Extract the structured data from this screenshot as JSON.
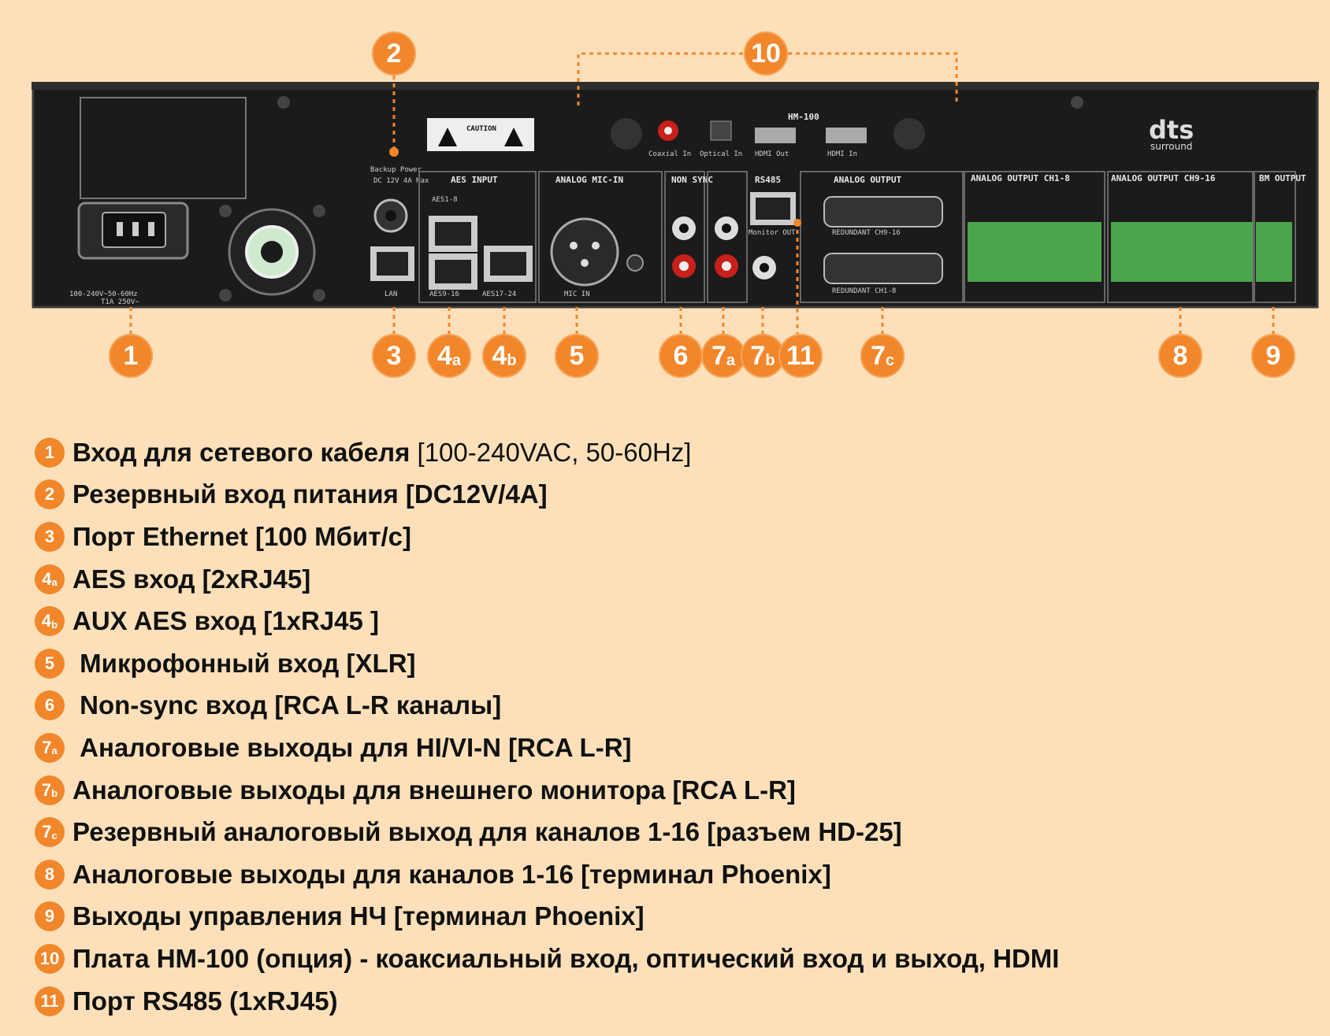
{
  "callouts": [
    {
      "label": "1"
    },
    {
      "label": "2"
    },
    {
      "label": "3"
    },
    {
      "label": "4",
      "sub": "a"
    },
    {
      "label": "4",
      "sub": "b"
    },
    {
      "label": "5"
    },
    {
      "label": "6"
    },
    {
      "label": "7",
      "sub": "a"
    },
    {
      "label": "7",
      "sub": "b"
    },
    {
      "label": "11"
    },
    {
      "label": "7",
      "sub": "c"
    },
    {
      "label": "8"
    },
    {
      "label": "9"
    },
    {
      "label": "10"
    }
  ],
  "panel_labels": {
    "aes_input": "AES INPUT",
    "analog_mic_in": "ANALOG MIC-IN",
    "non_sync": "NON SYNC",
    "rs485": "RS485",
    "analog_output": "ANALOG OUTPUT",
    "analog_out_ch1_8": "ANALOG OUTPUT CH1-8",
    "analog_out_ch9_16": "ANALOG OUTPUT CH9-16",
    "bm_output": "BM OUTPUT",
    "hm100": "HM-100",
    "brand": "dts",
    "brand_sub": "surround",
    "backup_power": "Backup Power",
    "backup_power_spec": "DC 12V 4A Max",
    "lan": "LAN",
    "aes1_8": "AES1-8",
    "aes9_16": "AES9-16",
    "aes17_24": "AES17-24",
    "mic_in": "MIC IN",
    "monitor_out": "Monitor OUT",
    "coaxial_in": "Coaxial In",
    "optical_in": "Optical In",
    "hdmi_out": "HDMI Out",
    "hdmi_in": "HDMI In",
    "power_spec": "100-240V~50-60Hz",
    "fuse_spec": "T1A 250V~",
    "redundant_9_16": "REDUNDANT CH9-16",
    "redundant_1_8": "REDUNDANT CH1-8",
    "caution": "CAUTION"
  },
  "legend": [
    {
      "num": "1",
      "title": "Вход для сетевого кабеля",
      "spec": " [100-240VAC, 50-60Hz]"
    },
    {
      "num": "2",
      "title": "Резервный вход питания [DC12V/4A]",
      "spec": ""
    },
    {
      "num": "3",
      "title": "Порт Ethernet [100 Мбит/с]",
      "spec": ""
    },
    {
      "num": "4",
      "sub": "a",
      "title": "AES вход [2xRJ45]",
      "spec": ""
    },
    {
      "num": "4",
      "sub": "b",
      "title": "AUX AES вход [1xRJ45 ]",
      "spec": ""
    },
    {
      "num": "5",
      "title": " Микрофонный вход [XLR]",
      "spec": ""
    },
    {
      "num": "6",
      "title": " Non-sync вход [RCA L-R каналы]",
      "spec": ""
    },
    {
      "num": "7",
      "sub": "a",
      "title": " Аналоговые выходы для HI/VI-N [RCA L-R]",
      "spec": ""
    },
    {
      "num": "7",
      "sub": "b",
      "title": "Аналоговые выходы для внешнего монитора [RCA L-R]",
      "spec": ""
    },
    {
      "num": "7",
      "sub": "c",
      "title": "Резервный аналоговый выход для каналов 1-16 [разъем HD-25]",
      "spec": ""
    },
    {
      "num": "8",
      "title": "Аналоговые выходы для каналов 1-16 [терминал Phoenix]",
      "spec": ""
    },
    {
      "num": "9",
      "title": "Выходы управления НЧ [терминал Phoenix]",
      "spec": ""
    },
    {
      "num": "10",
      "title": "Плата HM-100 (опция) - коаксиальный вход, оптический вход и выход, HDMI",
      "spec": ""
    },
    {
      "num": "11",
      "title": "Порт RS485 (1xRJ45)",
      "spec": ""
    }
  ],
  "colors": {
    "background": "#fde0b9",
    "accent": "#f2862a",
    "panel": "#1b1b1b",
    "terminal": "#4aa64a",
    "rca_red": "#c8201a"
  }
}
